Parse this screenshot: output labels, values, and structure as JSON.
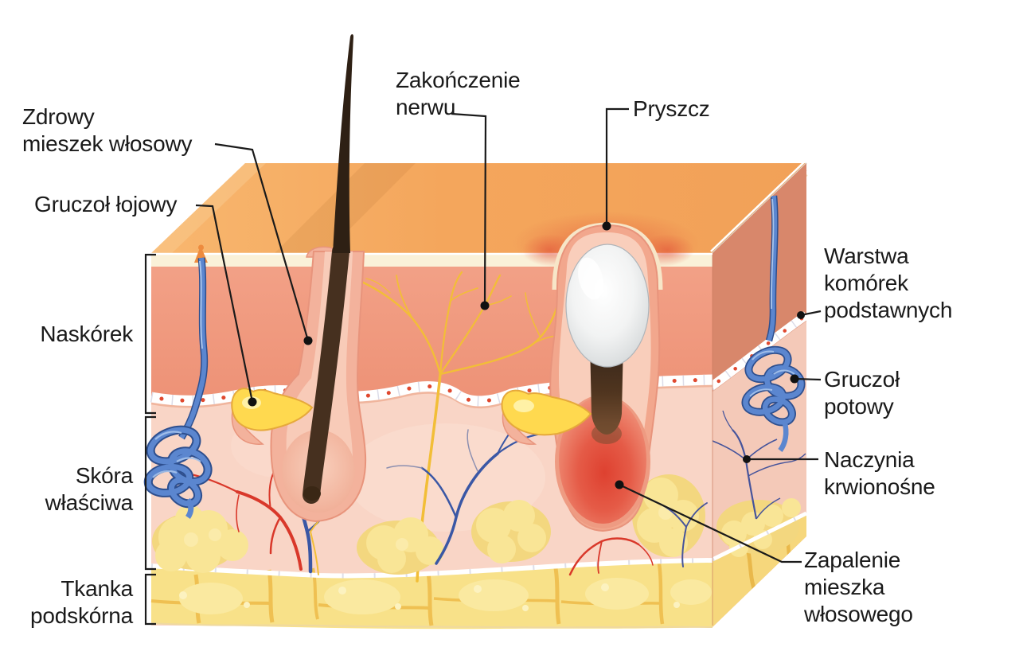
{
  "labels": {
    "healthy_follicle": "Zdrowy\nmieszek włosowy",
    "sebaceous_gland": "Gruczoł łojowy",
    "nerve_ending": "Zakończenie\nnerwu",
    "pimple": "Pryszcz",
    "basal_cell_layer": "Warstwa\nkomórek\npodstawnych",
    "sweat_gland": "Gruczoł\npotowy",
    "blood_vessels": "Naczynia\nkrwionośne",
    "folliculitis": "Zapalenie\nmieszka\nwłosowego",
    "epidermis": "Naskórek",
    "dermis": "Skóra\nwłaściwa",
    "subcutaneous_tissue": "Tkanka\npodskórna"
  },
  "colors": {
    "skin_surface_orange": "#F4A65C",
    "epidermis_front": "#EF9578",
    "epidermis_side": "#D8876B",
    "dermis_pink": "#F9D5C6",
    "subcutaneous_yellow": "#F8E189",
    "gland_yellow": "#FFD94F",
    "sweat_gland_blue": "#5B86CF",
    "nerve_yellow": "#F2BE37",
    "artery_red": "#D9382A",
    "vein_blue": "#3A57A5",
    "inflammation_red": "#DE4130",
    "hair_brown": "#46301F",
    "pus_gray": "#D8DBDD",
    "label_text": "#1A1A1A"
  }
}
